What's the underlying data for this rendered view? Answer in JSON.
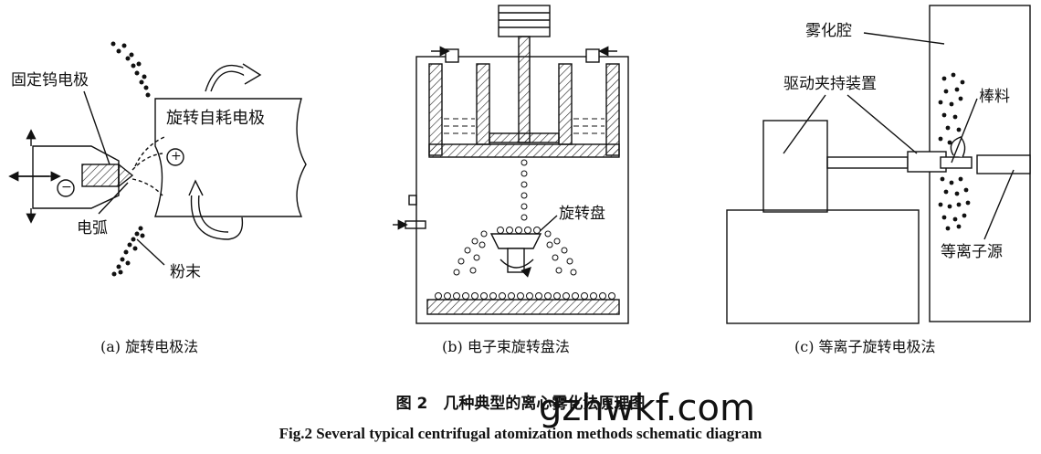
{
  "panel_a": {
    "labels": {
      "fixed_electrode": "固定钨电极",
      "rotating_electrode": "旋转自耗电极",
      "arc": "电弧",
      "powder": "粉末",
      "plus": "+",
      "minus": "−"
    },
    "caption": "(a) 旋转电极法"
  },
  "panel_b": {
    "labels": {
      "rotating_disk": "旋转盘"
    },
    "caption": "(b) 电子束旋转盘法"
  },
  "panel_c": {
    "labels": {
      "atomization_chamber": "雾化腔",
      "drive_clamp": "驱动夹持装置",
      "bar_stock": "棒料",
      "plasma_source": "等离子源"
    },
    "caption": "(c) 等离子旋转电极法"
  },
  "figure": {
    "title_cn": "图 2　几种典型的离心雾化法原理图",
    "title_en": "Fig.2    Several typical centrifugal atomization methods schematic diagram"
  },
  "watermark": "gzhwkf.com"
}
